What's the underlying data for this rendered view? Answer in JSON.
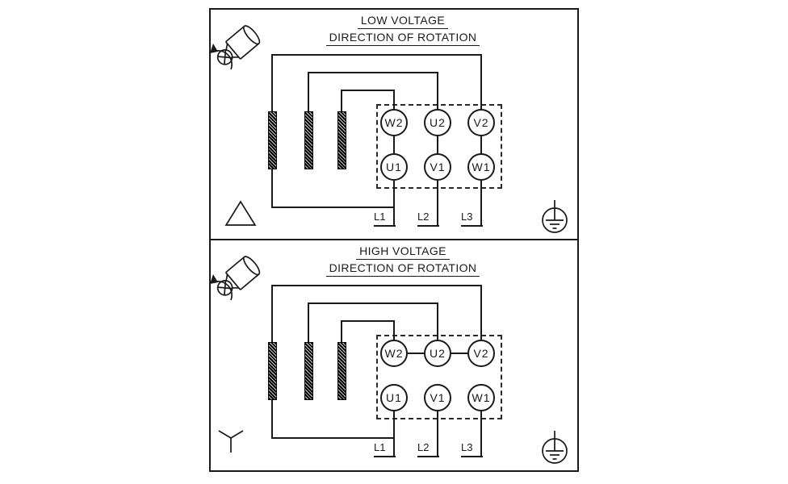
{
  "diagram": {
    "type": "motor-terminal-wiring",
    "panels": [
      {
        "title": "LOW VOLTAGE",
        "subtitle": "DIRECTION OF ROTATION",
        "connection": "delta",
        "terminals_top": [
          "W2",
          "U2",
          "V2"
        ],
        "terminals_bottom": [
          "U1",
          "V1",
          "W1"
        ],
        "leads": [
          "L1",
          "L2",
          "L3"
        ]
      },
      {
        "title": "HIGH VOLTAGE",
        "subtitle": "DIRECTION OF ROTATION",
        "connection": "star",
        "terminals_top": [
          "W2",
          "U2",
          "V2"
        ],
        "terminals_bottom": [
          "U1",
          "V1",
          "W1"
        ],
        "leads": [
          "L1",
          "L2",
          "L3"
        ]
      }
    ],
    "icons": {
      "motor_rotation": "cylinder-with-rotation-arrow",
      "delta": "triangle-outline",
      "star": "wye",
      "ground": "earth-ground-in-circle"
    },
    "colors": {
      "line": "#1a1a1a",
      "background": "#ffffff"
    }
  }
}
